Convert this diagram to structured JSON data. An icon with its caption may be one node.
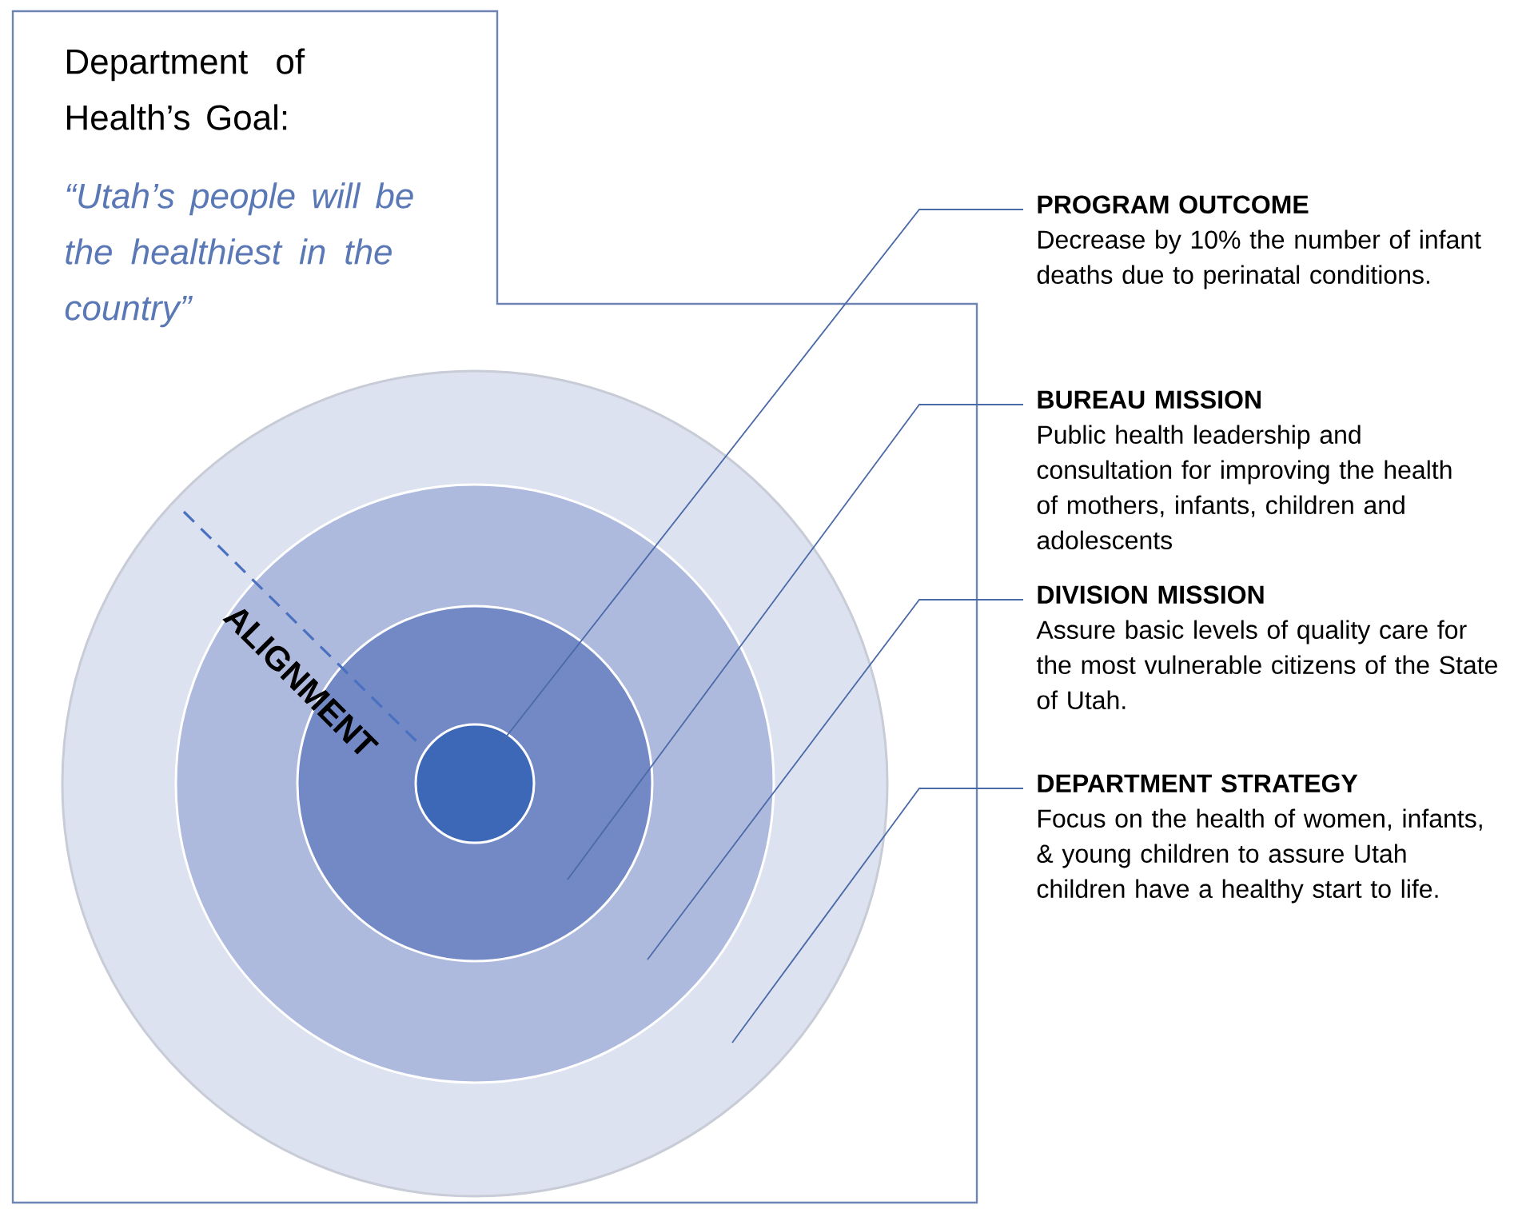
{
  "diagram": {
    "nodes": [
      {
        "text": [
          "Department of Health’s Goal:",
          "“Utah’s people will be the healthiest in the country”"
        ]
      },
      {
        "text": [],
        "shape": "circle",
        "in": 0
      },
      {
        "text": [],
        "shape": "circle",
        "in": 1
      },
      {
        "text": [],
        "shape": "circle",
        "in": 2
      },
      {
        "text": [],
        "shape": "circle",
        "in": 3
      },
      {
        "text": [
          "PROGRAM OUTCOME",
          "Decrease by 10% the number of infant deaths due to perinatal conditions."
        ]
      },
      {
        "text": [
          "BUREAU MISSION",
          "Public health leadership and consultation for improving the health of mothers, infants, children and adolescents"
        ]
      },
      {
        "text": [
          "DIVISION MISSION",
          "Assure basic levels of quality care for the most vulnerable citizens of the State of Utah."
        ]
      },
      {
        "text": [
          "DEPARTMENT STRATEGY",
          "Focus on the health of women, infants, & young children to assure Utah children have a healthy start to life."
        ]
      }
    ],
    "edges": [
      {
        "from": 5,
        "to": 4,
        "arrow": "none"
      },
      {
        "from": 6,
        "to": 3,
        "arrow": "none"
      },
      {
        "from": 7,
        "to": 2,
        "arrow": "none"
      },
      {
        "from": 8,
        "to": 1,
        "arrow": "none"
      }
    ],
    "labels": [
      "ALIGNMENT"
    ]
  }
}
